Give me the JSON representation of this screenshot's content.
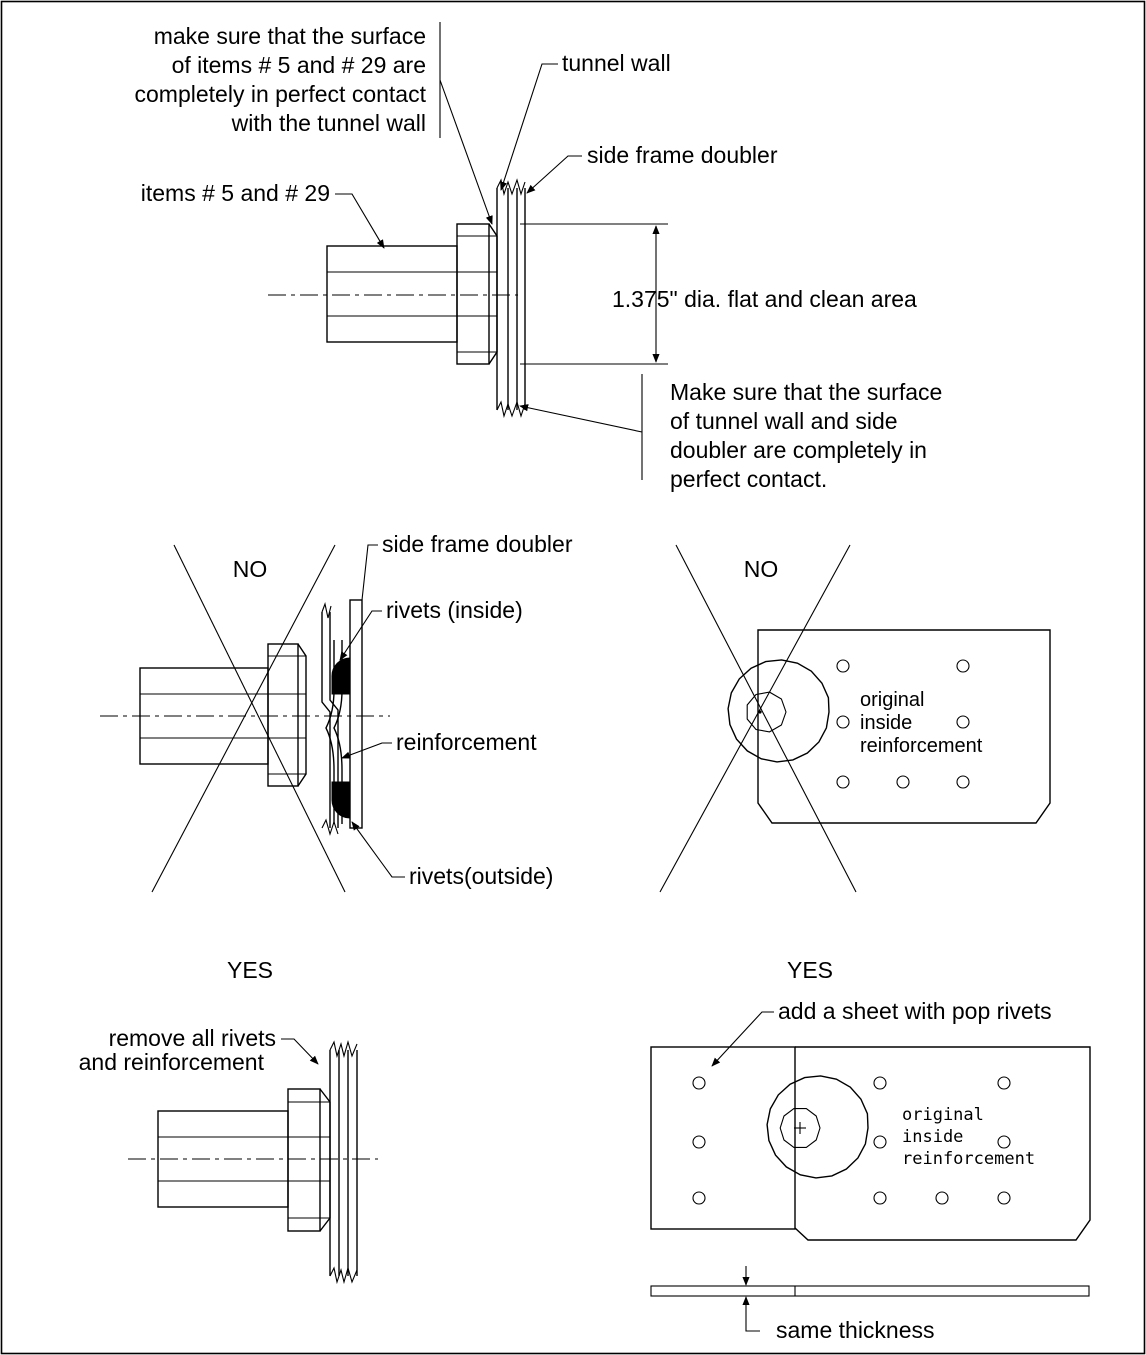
{
  "top_view": {
    "note_items_contact": [
      "make sure that the surface",
      "of items # 5 and # 29 are",
      "completely in perfect contact",
      "with the tunnel wall"
    ],
    "label_tunnel_wall": "tunnel wall",
    "label_side_frame_doubler": "side frame doubler",
    "label_items": "items # 5 and # 29",
    "dimension": "1.375\"  dia.  flat and clean area",
    "note_wall_contact": [
      "Make sure that the surface",
      "of tunnel wall and side",
      "doubler are completely in",
      "perfect contact."
    ]
  },
  "no_left": {
    "heading": "NO",
    "label_side_frame_doubler": "side frame doubler",
    "label_rivets_inside": "rivets (inside)",
    "label_reinforcement": "reinforcement",
    "label_rivets_outside": "rivets(outside)"
  },
  "no_right": {
    "heading": "NO",
    "label_original": [
      "original",
      "inside",
      "reinforcement"
    ]
  },
  "yes_left": {
    "heading": "YES",
    "label_remove": [
      "remove all rivets",
      "and reinforcement"
    ]
  },
  "yes_right": {
    "heading": "YES",
    "label_add_sheet": "add a sheet with pop rivets",
    "label_original": [
      "original",
      "inside",
      "reinforcement"
    ],
    "label_same_thickness": "same thickness"
  }
}
